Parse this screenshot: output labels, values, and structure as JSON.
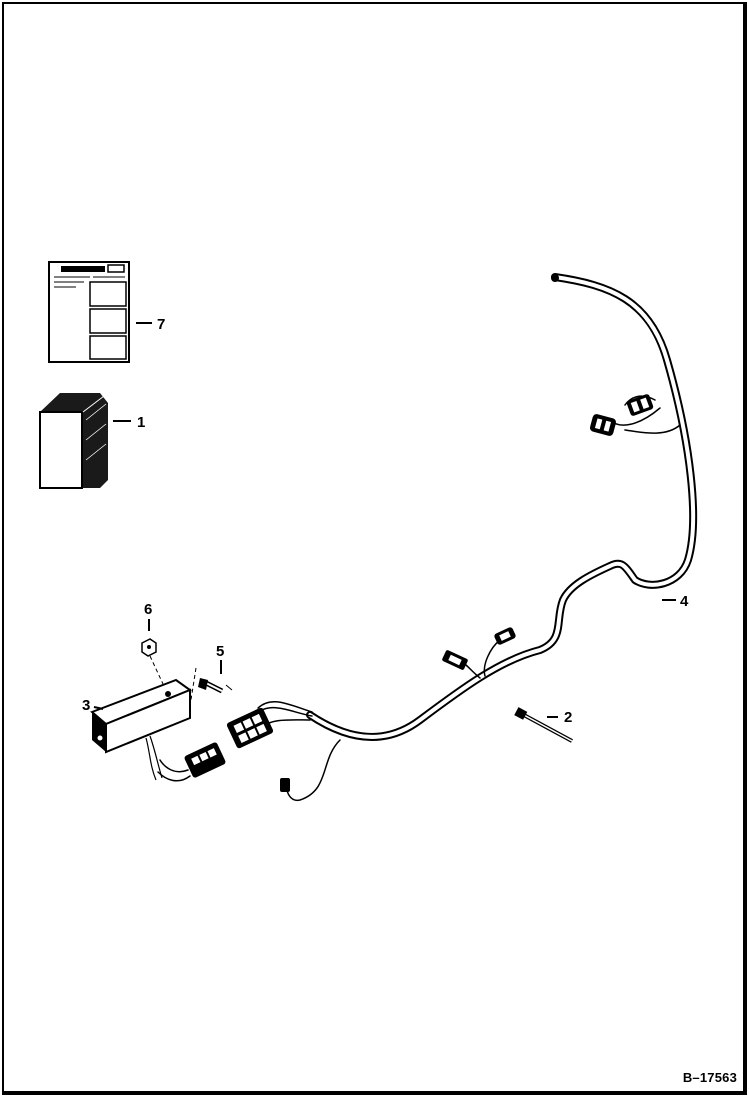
{
  "figure_id": "B–17563",
  "parts": [
    {
      "number": "1",
      "part": "box"
    },
    {
      "number": "2",
      "part": "cable-tie"
    },
    {
      "number": "3",
      "part": "bracket"
    },
    {
      "number": "4",
      "part": "wire-harness"
    },
    {
      "number": "5",
      "part": "bolt"
    },
    {
      "number": "6",
      "part": "nut"
    },
    {
      "number": "7",
      "part": "instruction-sheet"
    }
  ],
  "colors": {
    "line": "#000000",
    "fill": "#ffffff",
    "shade": "#1a1a1a"
  }
}
